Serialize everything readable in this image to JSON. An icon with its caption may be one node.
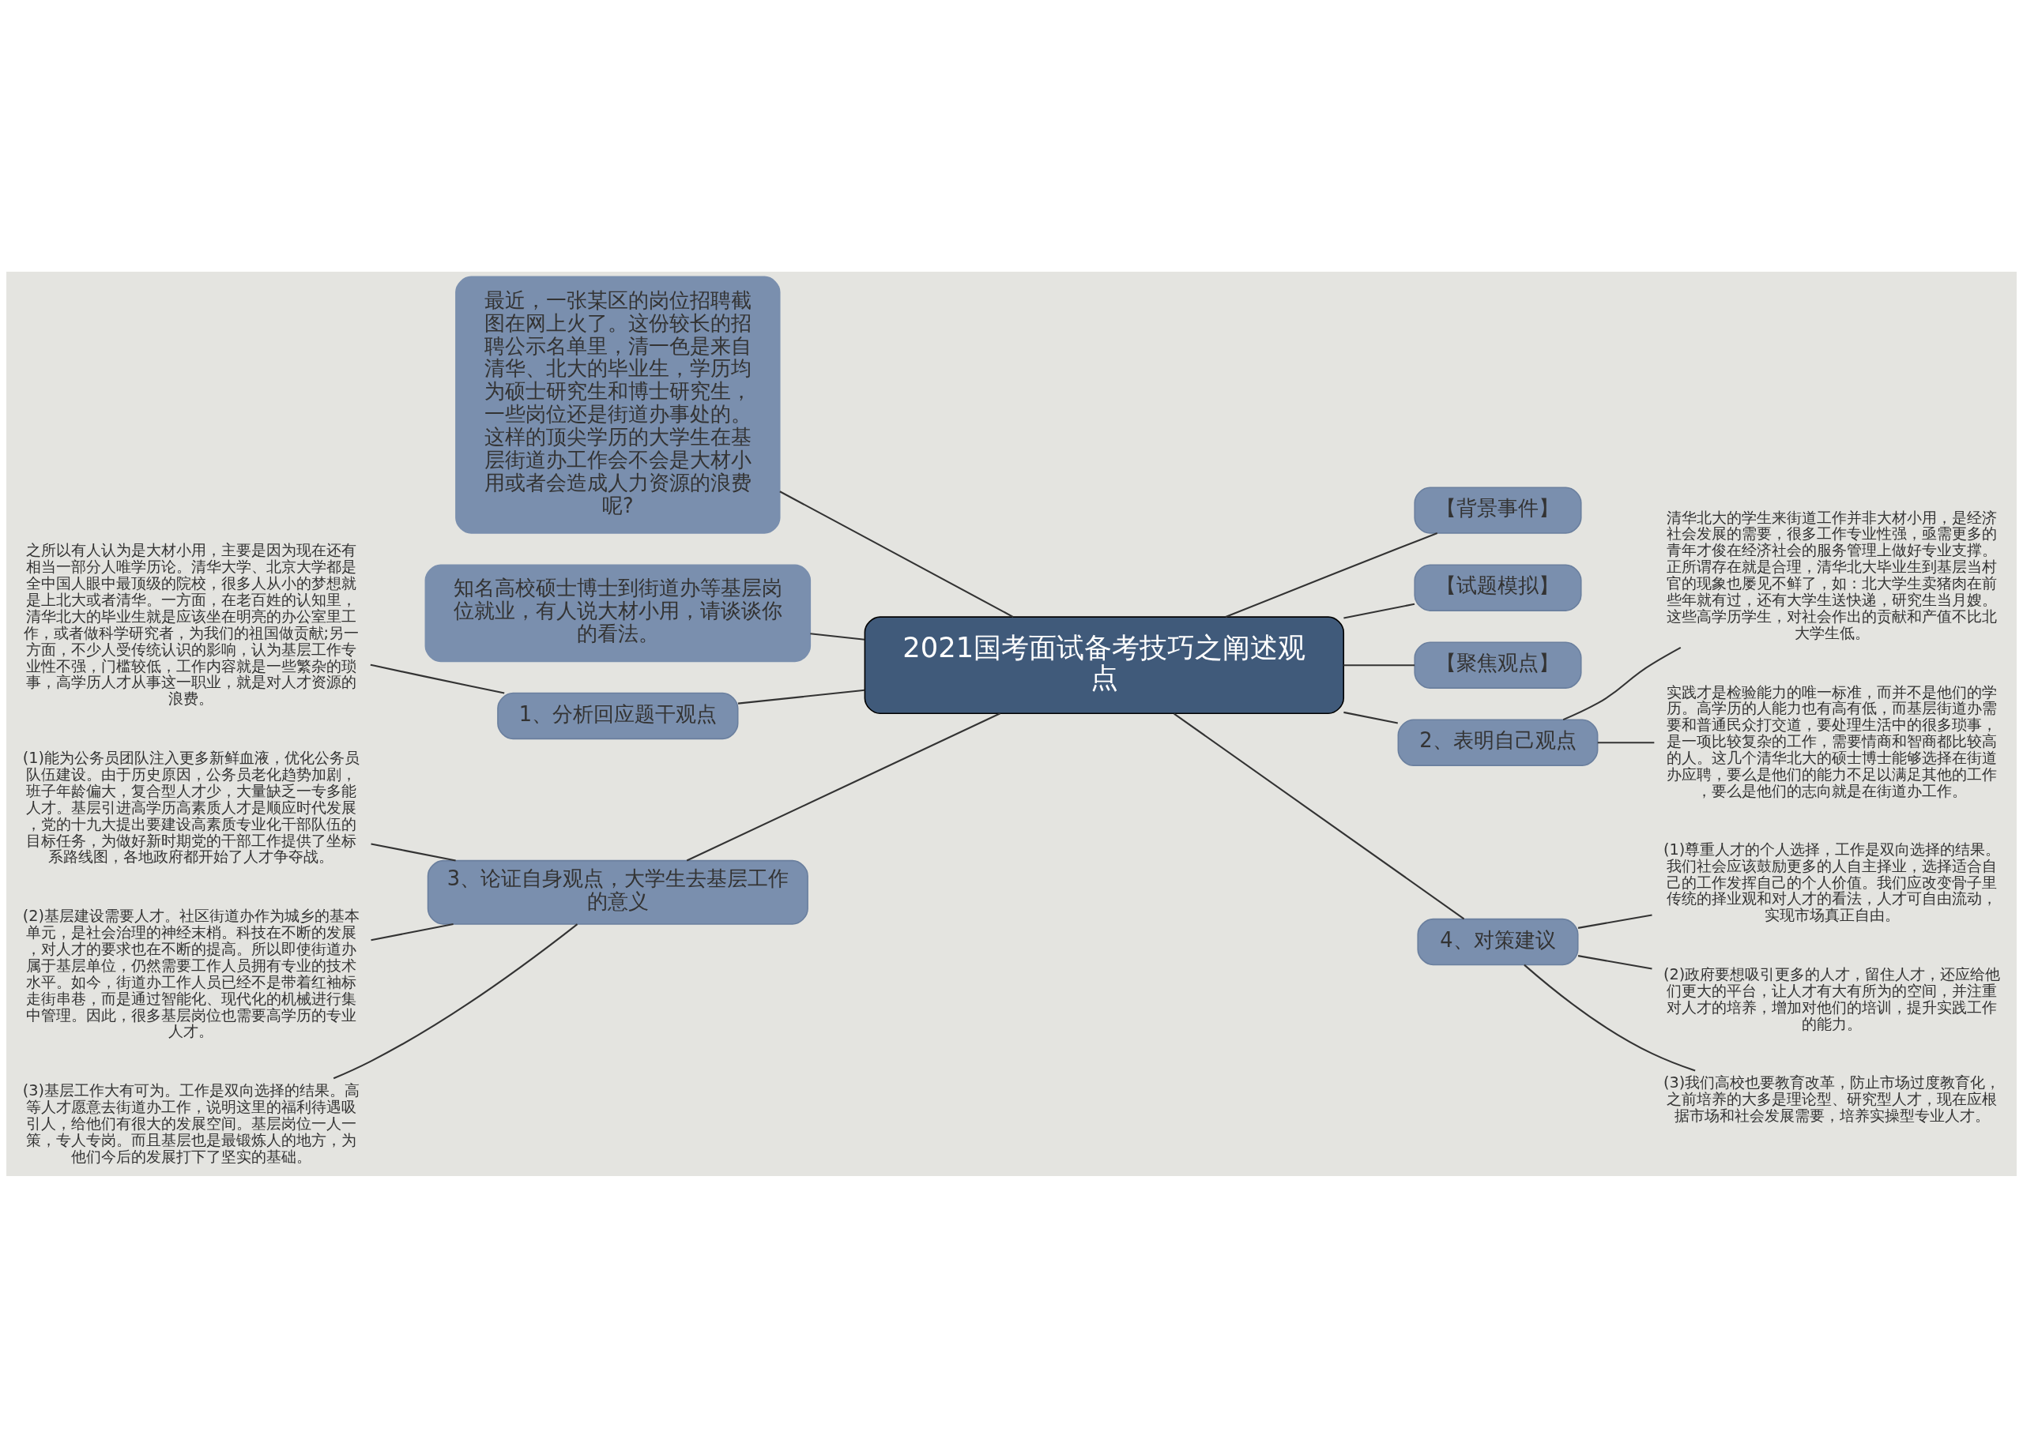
{
  "diagram": {
    "nodes": [
      {
        "text": [
          "2021国考面试备考技巧之阐述观点"
        ]
      },
      {
        "text": [
          "最近，一张某区的岗位招聘截图在网上火了。这份较长的招聘公示名单里，清一色是来自清华、北大的毕业生，学历均为硕士研究生和博士研究生，一些岗位还是街道办事处的。这样的顶尖学历的大学生在基层街道办工作会不会是大材小用或者会造成人力资源的浪费呢?"
        ]
      },
      {
        "text": [
          "知名高校硕士博士到街道办等基层岗位就业，有人说大材小用，请谈谈你的看法。"
        ]
      },
      {
        "text": [
          "【背景事件】"
        ]
      },
      {
        "text": [
          "【试题模拟】"
        ]
      },
      {
        "text": [
          "【聚焦观点】"
        ]
      },
      {
        "text": [
          "1、分析回应题干观点"
        ]
      },
      {
        "text": [
          "之所以有人认为是大材小用，主要是因为现在还有相当一部分人唯学历论。清华大学、北京大学都是全中国人眼中最顶级的院校，很多人从小的梦想就是上北大或者清华。一方面，在老百姓的认知里，清华北大的毕业生就是应该坐在明亮的办公室里工作，或者做科学研究者，为我们的祖国做贡献;另一方面，不少人受传统认识的影响，认为基层工作专业性不强，门槛较低，工作内容就是一些繁杂的琐事，高学历人才从事这一职业，就是对人才资源的浪费。"
        ]
      },
      {
        "text": [
          "2、表明自己观点"
        ]
      },
      {
        "text": [
          "清华北大的学生来街道工作并非大材小用，是经济社会发展的需要，很多工作专业性强，亟需更多的青年才俊在经济社会的服务管理上做好专业支撑。正所谓存在就是合理，清华北大毕业生到基层当村官的现象也屡见不鲜了，如：北大学生卖猪肉在前些年就有过，还有大学生送快递，研究生当月嫂。这些高学历学生，对社会作出的贡献和产值不比北大学生低。"
        ]
      },
      {
        "text": [
          "实践才是检验能力的唯一标准，而并不是他们的学历。高学历的人能力也有高有低，而基层街道办需要和普通民众打交道，要处理生活中的很多琐事，是一项比较复杂的工作，需要情商和智商都比较高的人。这几个清华北大的硕士博士能够选择在街道办应聘，要么是他们的能力不足以满足其他的工作，要么是他们的志向就是在街道办工作。"
        ]
      },
      {
        "text": [
          "3、论证自身观点，大学生去基层工作的意义"
        ]
      },
      {
        "text": [
          "(1)能为公务员团队注入更多新鲜血液，优化公务员队伍建设。由于历史原因，公务员老化趋势加剧，班子年龄偏大，复合型人才少，大量缺乏一专多能人才。基层引进高学历高素质人才是顺应时代发展，党的十九大提出要建设高素质专业化干部队伍的目标任务，为做好新时期党的干部工作提供了坐标系路线图，各地政府都开始了人才争夺战。"
        ]
      },
      {
        "text": [
          "(2)基层建设需要人才。社区街道办作为城乡的基本单元，是社会治理的神经末梢。科技在不断的发展，对人才的要求也在不断的提高。所以即使街道办属于基层单位，仍然需要工作人员拥有专业的技术水平。如今，街道办工作人员已经不是带着红袖标走街串巷，而是通过智能化、现代化的机械进行集中管理。因此，很多基层岗位也需要高学历的专业人才。"
        ]
      },
      {
        "text": [
          "(3)基层工作大有可为。工作是双向选择的结果。高等人才愿意去街道办工作，说明这里的福利待遇吸引人，给他们有很大的发展空间。基层岗位一人一策，专人专岗。而且基层也是最锻炼人的地方，为他们今后的发展打下了坚实的基础。"
        ]
      },
      {
        "text": [
          "4、对策建议"
        ]
      },
      {
        "text": [
          "(1)尊重人才的个人选择，工作是双向选择的结果。我们社会应该鼓励更多的人自主择业，选择适合自己的工作发挥自己的个人价值。我们应改变骨子里传统的择业观和对人才的看法，人才可自由流动，实现市场真正自由。"
        ]
      },
      {
        "text": [
          "(2)政府要想吸引更多的人才，留住人才，还应给他们更大的平台，让人才有大有所为的空间，并注重对人才的培养，增加对他们的培训，提升实践工作的能力。"
        ]
      },
      {
        "text": [
          "(3)我们高校也要教育改革，防止市场过度教育化，之前培养的大多是理论型、研究型人才，现在应根据市场和社会发展需要，培养实操型专业人才。"
        ]
      }
    ],
    "edges": [
      {
        "from": 0,
        "to": 1,
        "arrow": "none"
      },
      {
        "from": 0,
        "to": 2,
        "arrow": "none"
      },
      {
        "from": 0,
        "to": 3,
        "arrow": "none"
      },
      {
        "from": 0,
        "to": 4,
        "arrow": "none"
      },
      {
        "from": 0,
        "to": 5,
        "arrow": "none"
      },
      {
        "from": 0,
        "to": 6,
        "arrow": "none"
      },
      {
        "from": 6,
        "to": 7,
        "arrow": "none"
      },
      {
        "from": 0,
        "to": 8,
        "arrow": "none"
      },
      {
        "from": 8,
        "to": 9,
        "arrow": "none"
      },
      {
        "from": 8,
        "to": 10,
        "arrow": "none"
      },
      {
        "from": 0,
        "to": 11,
        "arrow": "none"
      },
      {
        "from": 11,
        "to": 12,
        "arrow": "none"
      },
      {
        "from": 11,
        "to": 13,
        "arrow": "none"
      },
      {
        "from": 11,
        "to": 14,
        "arrow": "none"
      },
      {
        "from": 0,
        "to": 15,
        "arrow": "none"
      },
      {
        "from": 15,
        "to": 16,
        "arrow": "none"
      },
      {
        "from": 15,
        "to": 17,
        "arrow": "none"
      },
      {
        "from": 15,
        "to": 18,
        "arrow": "none"
      }
    ]
  }
}
